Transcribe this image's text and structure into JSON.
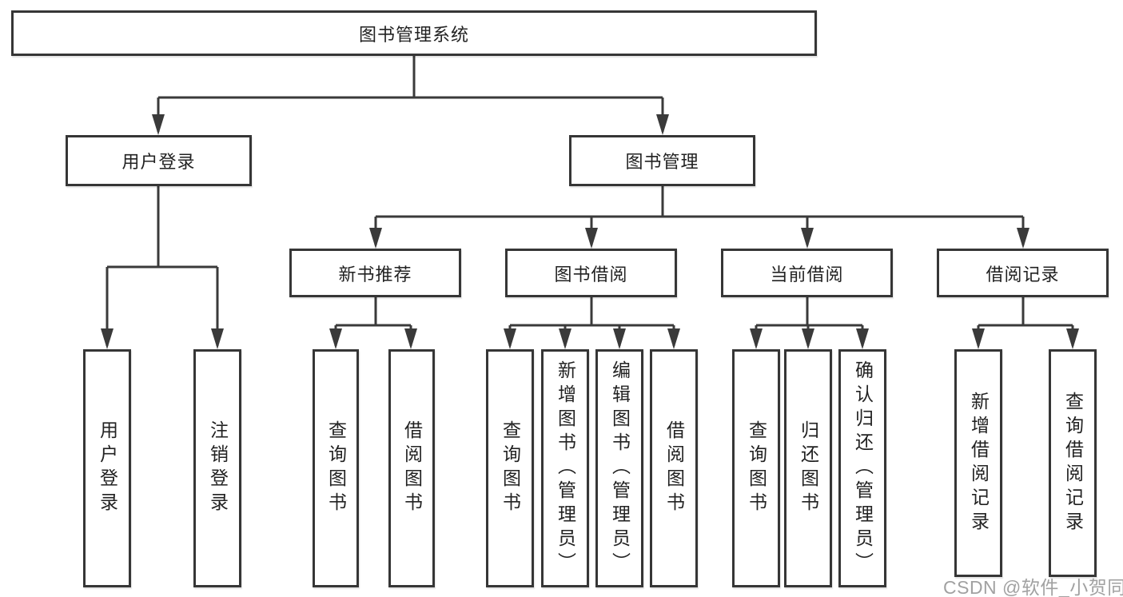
{
  "colors": {
    "background": "#ffffff",
    "line": "#3a3a3a",
    "box_border": "#363636",
    "text": "#222222",
    "watermark": "#919191"
  },
  "watermark": {
    "text": "CSDN @软件_小贺同学"
  },
  "tree": {
    "root": {
      "label": "图书管理系统"
    },
    "branches": [
      {
        "label": "用户登录",
        "children": [
          {
            "label": "用户登录"
          },
          {
            "label": "注销登录"
          }
        ]
      },
      {
        "label": "图书管理",
        "sections": [
          {
            "label": "新书推荐",
            "children": [
              {
                "label": "查询图书"
              },
              {
                "label": "借阅图书"
              }
            ]
          },
          {
            "label": "图书借阅",
            "children": [
              {
                "label": "查询图书"
              },
              {
                "label": "新增图书（管理员）"
              },
              {
                "label": "编辑图书（管理员）"
              },
              {
                "label": "借阅图书"
              }
            ]
          },
          {
            "label": "当前借阅",
            "children": [
              {
                "label": "查询图书"
              },
              {
                "label": "归还图书"
              },
              {
                "label": "确认归还（管理员）"
              }
            ]
          },
          {
            "label": "借阅记录",
            "children": [
              {
                "label": "新增借阅记录"
              },
              {
                "label": "查询借阅记录"
              }
            ]
          }
        ]
      }
    ]
  }
}
